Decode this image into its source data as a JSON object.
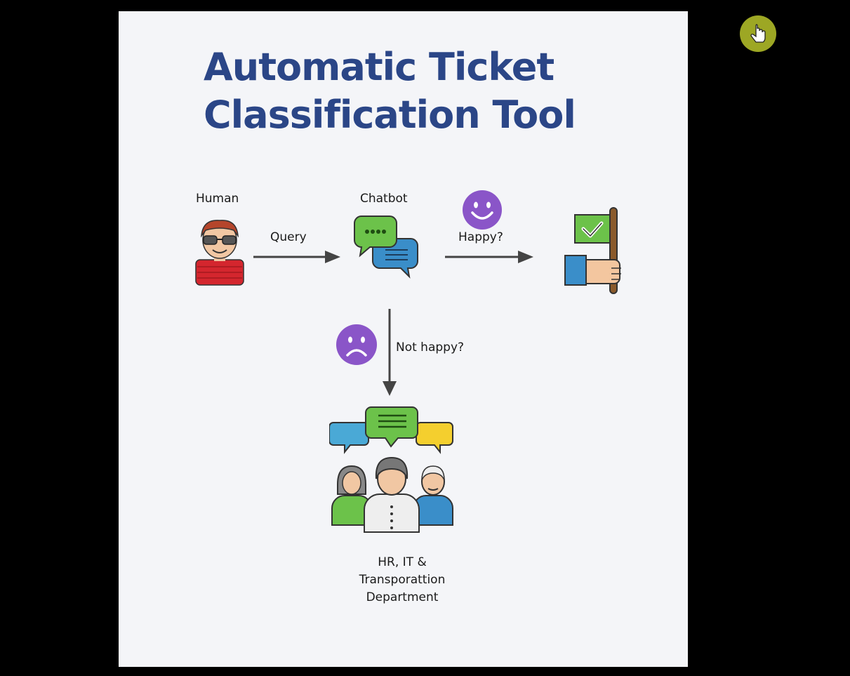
{
  "slide": {
    "title_line1": "Automatic Ticket",
    "title_line2": "Classification Tool"
  },
  "diagram": {
    "nodes": {
      "human": "Human",
      "chatbot": "Chatbot",
      "department_line1": "HR, IT &",
      "department_line2": "Transporattion",
      "department_line3": "Department"
    },
    "edges": {
      "query": "Query",
      "happy": "Happy?",
      "not_happy": "Not happy?"
    }
  },
  "icons": {
    "human": "human-avatar-icon",
    "chatbot": "chat-bubbles-icon",
    "happy": "happy-face-icon",
    "sad": "sad-face-icon",
    "resolved": "checkmark-flag-icon",
    "department": "team-group-icon",
    "cursor": "hand-cursor-icon"
  },
  "colors": {
    "background": "#000000",
    "slide": "#f4f5f8",
    "title": "#2b4687",
    "emoji_purple": "#8a55c8",
    "arrow": "#444444"
  }
}
